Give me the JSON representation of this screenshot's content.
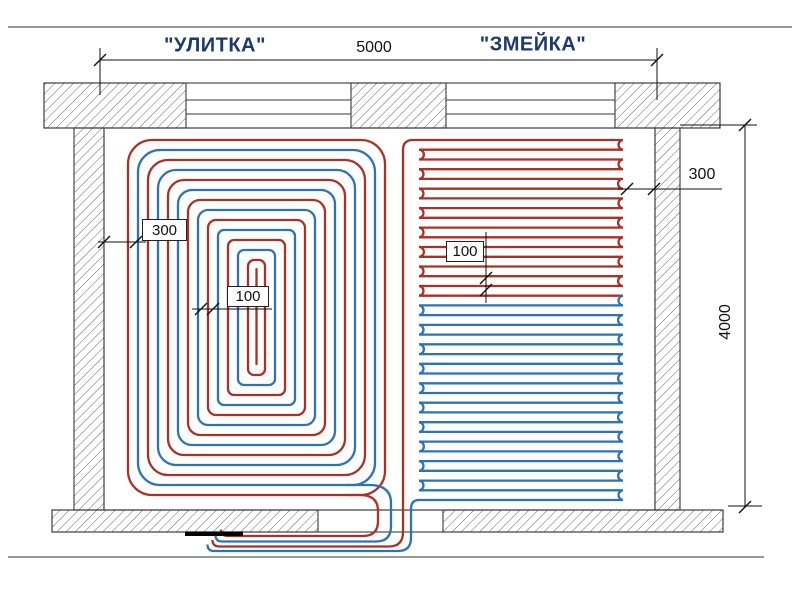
{
  "labels": {
    "left_pattern_title": "\"УЛИТКА\"",
    "right_pattern_title": "\"ЗМЕЙКА\""
  },
  "dimensions": {
    "overall_width": "5000",
    "overall_height": "4000",
    "left_edge_offset": "300",
    "left_pipe_spacing": "100",
    "right_pipe_spacing": "100",
    "right_edge_offset": "300"
  },
  "colors": {
    "supply_pipe": "#a93226",
    "return_pipe": "#2e74b5",
    "pattern_title": "#1c3a6e",
    "dimension_text": "#111111",
    "wall_line": "#3a3a3a",
    "hatch_line": "#555555",
    "frame_line": "#777777",
    "ground_line": "#999999",
    "manifold": "#000000"
  }
}
